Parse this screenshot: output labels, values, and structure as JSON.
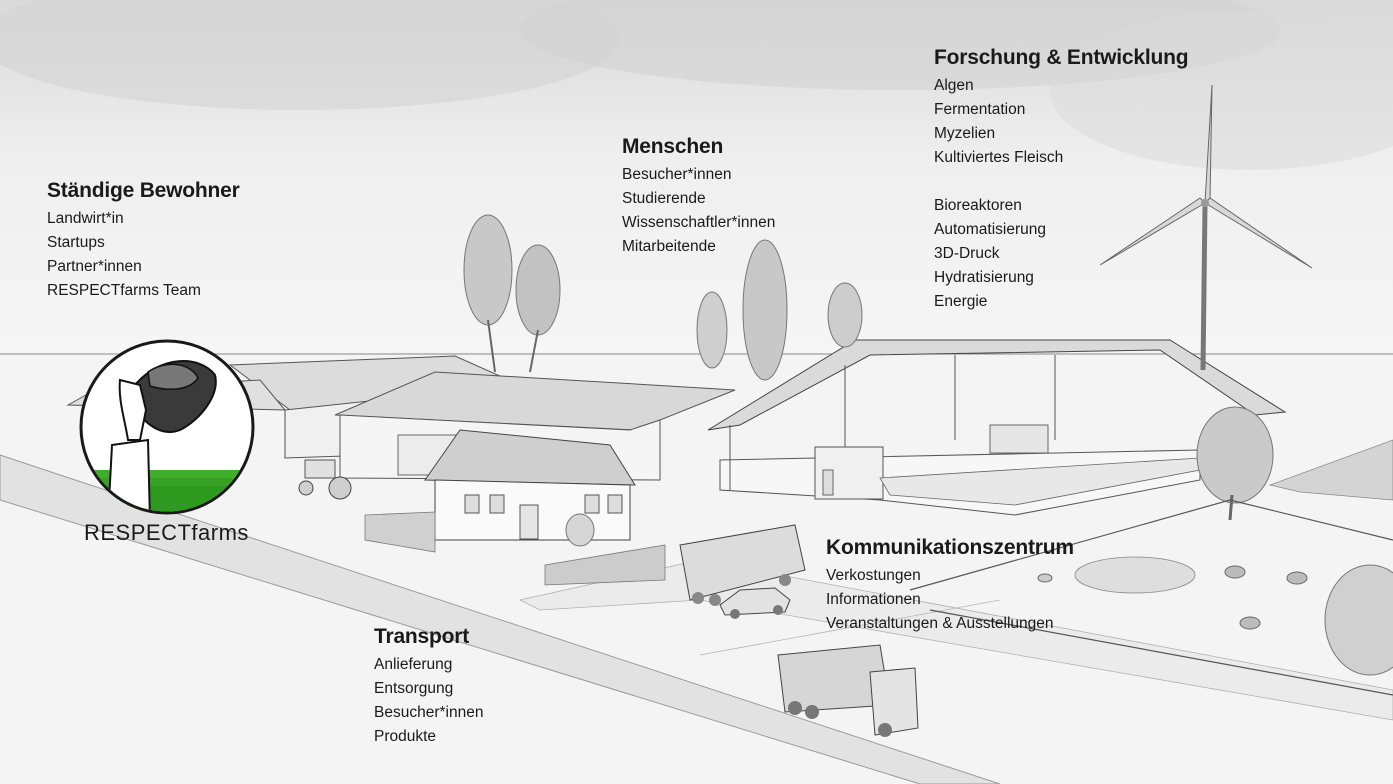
{
  "blocks": {
    "residents": {
      "title": "Ständige Bewohner",
      "items": [
        "Landwirt*in",
        "Startups",
        "Partner*innen",
        "RESPECTfarms Team"
      ]
    },
    "people": {
      "title": "Menschen",
      "items": [
        "Besucher*innen",
        "Studierende",
        "Wissenschaftler*innen",
        "Mitarbeitende"
      ]
    },
    "research": {
      "title": "Forschung & Entwicklung",
      "items": [
        "Algen",
        "Fermentation",
        "Myzelien",
        "Kultiviertes Fleisch",
        "",
        "Bioreaktoren",
        "Automatisierung",
        "3D-Druck",
        "Hydratisierung",
        "Energie"
      ]
    },
    "communication": {
      "title": "Kommunikationszentrum",
      "items": [
        "Verkostungen",
        "Informationen",
        "Veranstaltungen & Ausstellungen"
      ]
    },
    "transport": {
      "title": "Transport",
      "items": [
        "Anlieferung",
        "Entsorgung",
        "Besucher*innen",
        "Produkte"
      ]
    }
  },
  "logo": {
    "label": "RESPECTfarms",
    "accent_color": "#3fae2a"
  }
}
